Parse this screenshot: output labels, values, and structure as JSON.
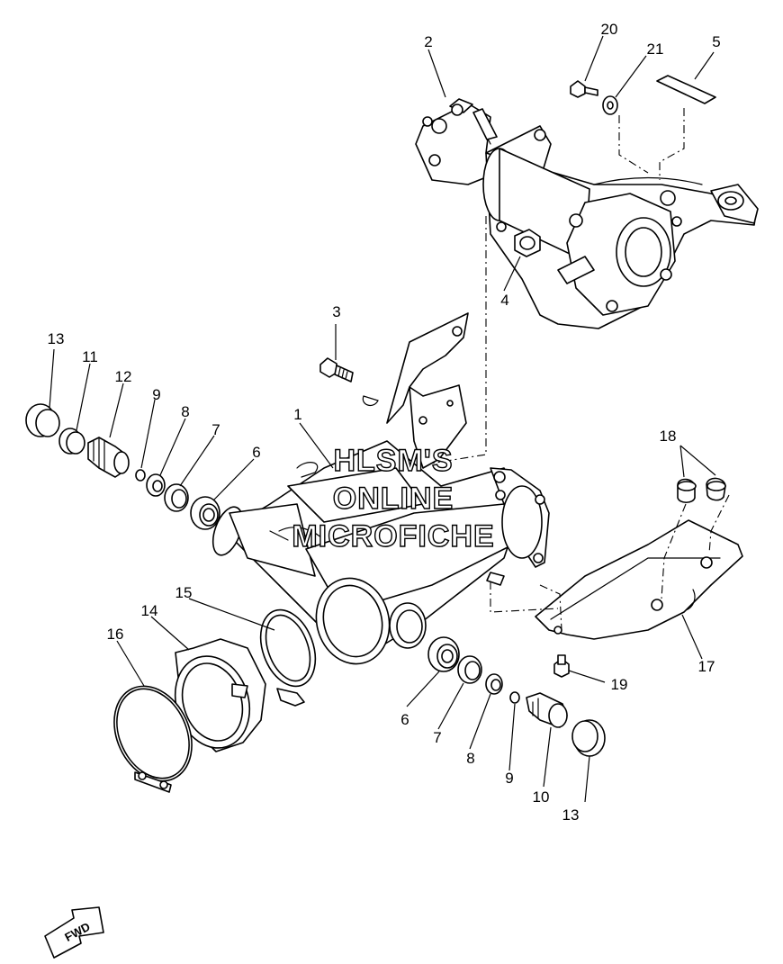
{
  "diagram": {
    "callouts": [
      {
        "id": "c2",
        "label": "2"
      },
      {
        "id": "c20",
        "label": "20"
      },
      {
        "id": "c21",
        "label": "21"
      },
      {
        "id": "c5",
        "label": "5"
      },
      {
        "id": "c4",
        "label": "4"
      },
      {
        "id": "c3",
        "label": "3"
      },
      {
        "id": "c13a",
        "label": "13"
      },
      {
        "id": "c11",
        "label": "11"
      },
      {
        "id": "c12",
        "label": "12"
      },
      {
        "id": "c9a",
        "label": "9"
      },
      {
        "id": "c8a",
        "label": "8"
      },
      {
        "id": "c7a",
        "label": "7"
      },
      {
        "id": "c6a",
        "label": "6"
      },
      {
        "id": "c1",
        "label": "1"
      },
      {
        "id": "c18",
        "label": "18"
      },
      {
        "id": "c15",
        "label": "15"
      },
      {
        "id": "c14",
        "label": "14"
      },
      {
        "id": "c16",
        "label": "16"
      },
      {
        "id": "c17",
        "label": "17"
      },
      {
        "id": "c19",
        "label": "19"
      },
      {
        "id": "c6b",
        "label": "6"
      },
      {
        "id": "c7b",
        "label": "7"
      },
      {
        "id": "c8b",
        "label": "8"
      },
      {
        "id": "c9b",
        "label": "9"
      },
      {
        "id": "c10",
        "label": "10"
      },
      {
        "id": "c13b",
        "label": "13"
      }
    ],
    "watermark": [
      "HLSM'S",
      "ONLINE",
      "MICROFICHE"
    ],
    "direction_badge": "FWD"
  }
}
